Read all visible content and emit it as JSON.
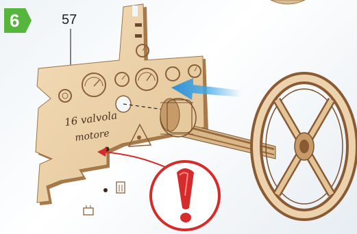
{
  "step": {
    "number": "6"
  },
  "part": {
    "number": "57"
  },
  "panel": {
    "label_line1": "16 valvola",
    "label_line2": "motore"
  },
  "colors": {
    "step_badge": "#56b53c",
    "plywood_light": "#ecd3ad",
    "plywood_dark": "#8a5a33",
    "arrow_blue": "#3fa8e8",
    "warning_red": "#d52b2b"
  },
  "icons": {
    "assembly_arrow": "blue-arrow-icon",
    "warning": "exclamation-icon",
    "hole_pointer": "red-arrow-icon"
  }
}
